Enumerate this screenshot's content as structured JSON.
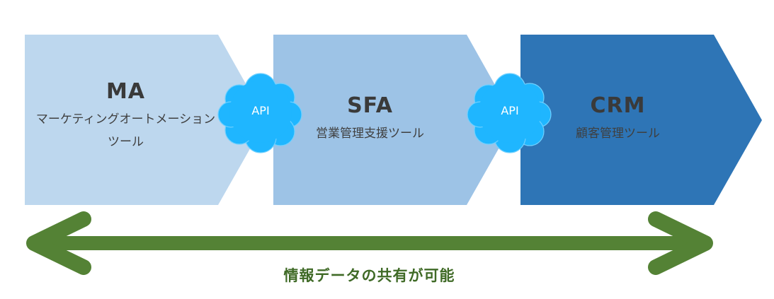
{
  "colors": {
    "ma": "#bdd7ee",
    "sfa": "#9dc3e6",
    "crm": "#2e75b6",
    "cloud": "#1fb6ff",
    "arrow": "#548235",
    "title_text": "#3a3a3a",
    "caption_text": "#3f6a26"
  },
  "stages": [
    {
      "key": "ma",
      "title": "MA",
      "subtitle_lines": [
        "マーケティングオートメーション",
        "ツール"
      ]
    },
    {
      "key": "sfa",
      "title": "SFA",
      "subtitle_lines": [
        "営業管理支援ツール"
      ]
    },
    {
      "key": "crm",
      "title": "CRM",
      "subtitle_lines": [
        "顧客管理ツール"
      ]
    }
  ],
  "connectors": [
    {
      "label": "API",
      "icon": "cloud-icon"
    },
    {
      "label": "API",
      "icon": "cloud-icon"
    }
  ],
  "double_arrow": {
    "icon": "double-arrow-icon"
  },
  "caption": "情報データの共有が可能"
}
